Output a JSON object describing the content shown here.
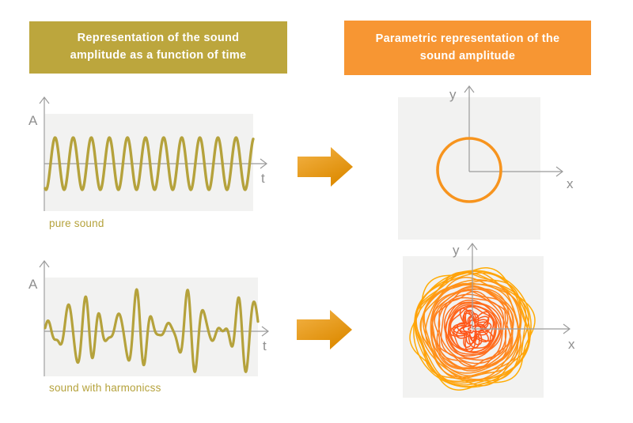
{
  "headers": {
    "left": {
      "label": "Representation of the sound\namplitude as a function of time"
    },
    "right": {
      "label": "Parametric representation of the\nsound amplitude"
    }
  },
  "colors": {
    "olive_header": "#BCA63D",
    "orange_header": "#F79633",
    "plot_bg": "#F2F2F1",
    "axis": "#9B9B9B",
    "axis_label": "#8F8F8F",
    "wave": "#B5A23C",
    "caption": "#B5A23C",
    "circle_stroke": "#F7941E",
    "arrow_from": "#F3B347",
    "arrow_to": "#DD8A00",
    "spiral_palette_inner_to_outer": [
      "#FF4713",
      "#FF621C",
      "#FF8A1E",
      "#FFB300"
    ]
  },
  "plots": {
    "pure_time": {
      "ylabel": "A",
      "xlabel": "t",
      "caption": "pure sound",
      "wave": {
        "components": [
          {
            "amp": 33,
            "freq": 11.5,
            "phase": -1.9
          }
        ],
        "taper_in": 0,
        "stroke_width": 3.4
      }
    },
    "pure_param": {
      "ylabel": "y",
      "xlabel": "x",
      "circle": {
        "radius": 40,
        "stroke_width": 3.6
      }
    },
    "harmonic_time": {
      "ylabel": "A",
      "xlabel": "t",
      "caption": "sound with harmonicss",
      "wave": {
        "components": [
          {
            "amp": 25,
            "freq": 12.5,
            "phase": -0.5
          },
          {
            "amp": 15,
            "freq": 16.5,
            "phase": 1.0
          },
          {
            "amp": 10,
            "freq": 9.0,
            "phase": 2.0
          },
          {
            "amp": 6,
            "freq": 21.0,
            "phase": 0.7
          }
        ],
        "taper_in": 0.07,
        "stroke_width": 3.2
      }
    },
    "harmonic_param": {
      "ylabel": "y",
      "xlabel": "x",
      "spiral": {
        "loops": 36,
        "r_min": 5,
        "r_max": 80,
        "seed": 7,
        "stroke_width": 1.5
      }
    }
  }
}
